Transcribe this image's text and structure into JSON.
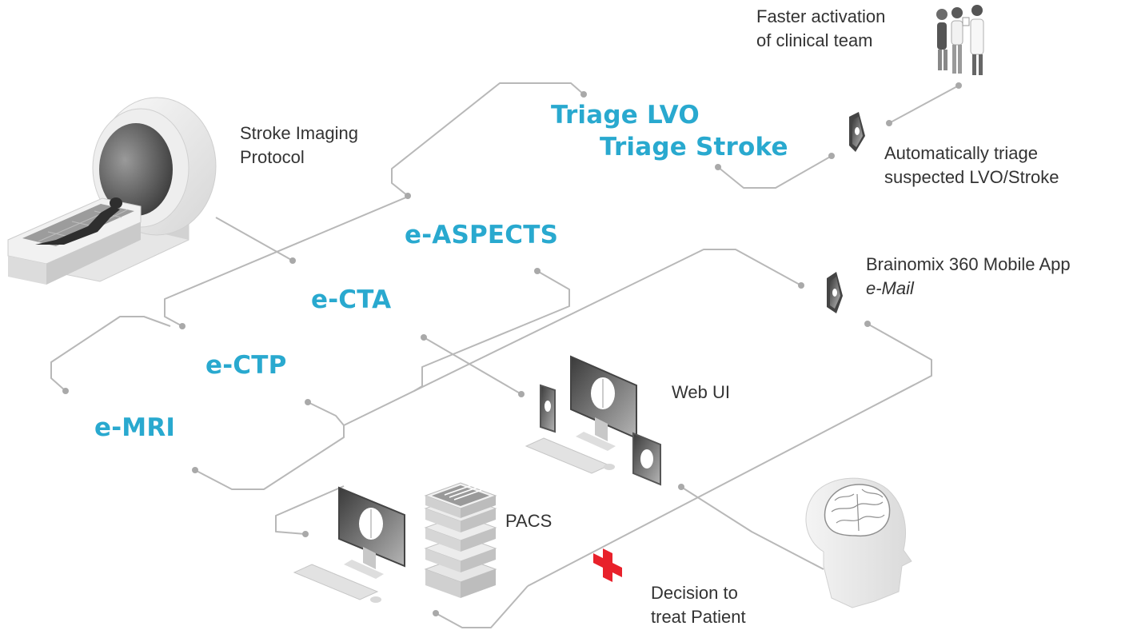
{
  "labels": {
    "faster_activation_line1": "Faster activation",
    "faster_activation_line2": "of clinical team",
    "stroke_imaging_line1": "Stroke Imaging",
    "stroke_imaging_line2": "Protocol",
    "auto_triage_line1": "Automatically triage",
    "auto_triage_line2": "suspected LVO/Stroke",
    "mobile_app_line1": "Brainomix 360 Mobile App",
    "mobile_app_line2": "e-Mail",
    "web_ui": "Web UI",
    "pacs": "PACS",
    "decision_line1": "Decision to",
    "decision_line2": "treat Patient"
  },
  "products": {
    "triage_lvo": "Triage LVO",
    "triage_stroke": "Triage Stroke",
    "e_aspects": "e-ASPECTS",
    "e_cta": "e-CTA",
    "e_ctp": "e-CTP",
    "e_mri": "e-MRI"
  },
  "icons": [
    "ct-scanner-icon",
    "clinical-team-icon",
    "phone-icon",
    "tablet-icon",
    "monitor-icon",
    "keyboard-icon",
    "mouse-icon",
    "server-stack-icon",
    "red-cross-icon",
    "head-brain-icon"
  ],
  "colors": {
    "product_text": "#29a9cf",
    "label_text": "#333333",
    "connector": "#b8b8b8",
    "red_cross": "#e8212b"
  }
}
